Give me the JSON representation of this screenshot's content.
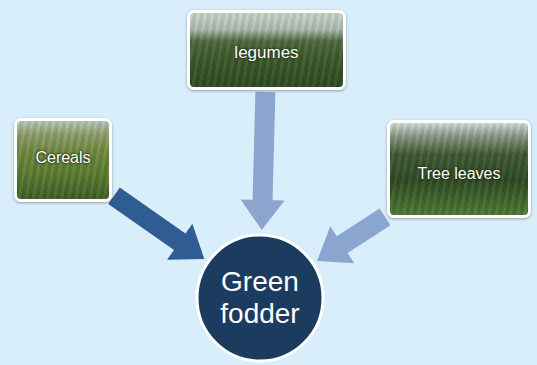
{
  "diagram": {
    "nodes": [
      {
        "text": [
          "legumes"
        ]
      },
      {
        "text": [
          "Cereals"
        ]
      },
      {
        "text": [
          "Tree leaves"
        ]
      },
      {
        "text": [
          "Green fodder"
        ]
      }
    ],
    "edges": [
      {
        "from": 1,
        "to": 3,
        "arrow": "to"
      },
      {
        "from": 0,
        "to": 3,
        "arrow": "to"
      },
      {
        "from": 2,
        "to": 3,
        "arrow": "to"
      }
    ]
  }
}
